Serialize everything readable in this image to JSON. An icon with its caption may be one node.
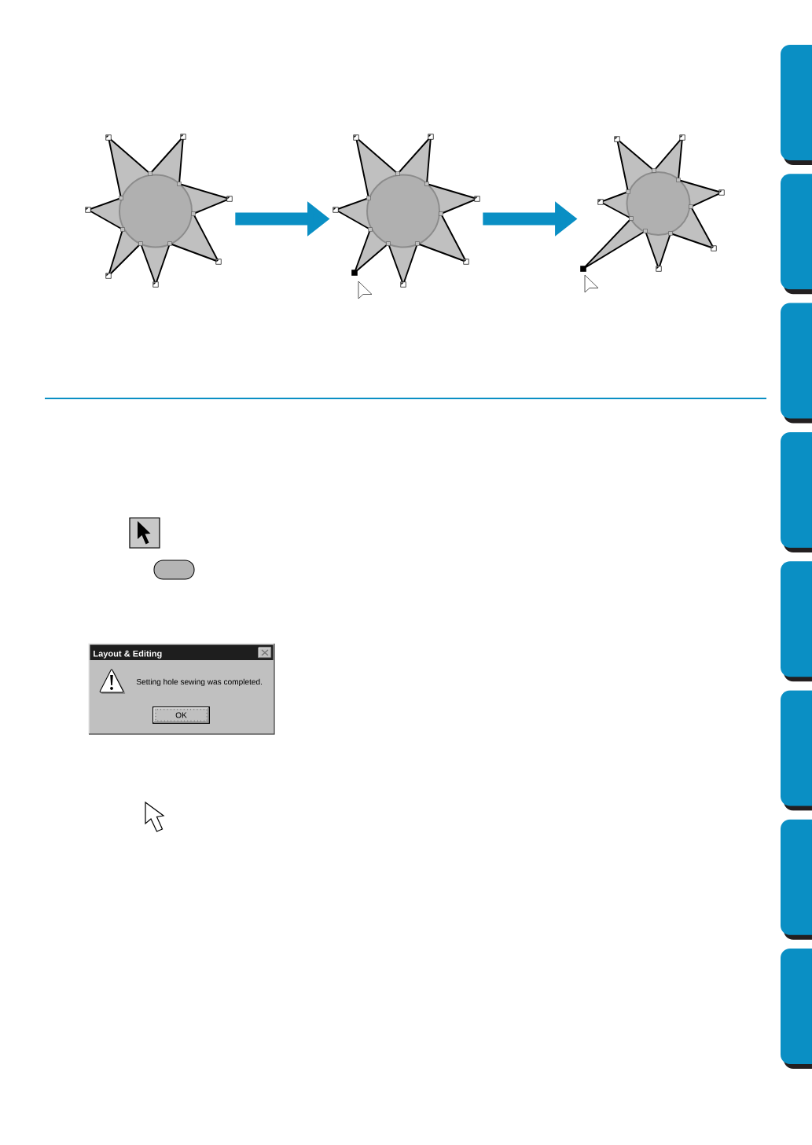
{
  "diagram": {
    "nodes": [
      {
        "text": [],
        "shape": "picture"
      },
      {
        "text": [],
        "shape": "picture"
      },
      {
        "text": [],
        "shape": "picture"
      },
      {
        "text": [
          "Layout & Editing",
          "Setting hole sewing was completed."
        ]
      },
      {
        "text": [
          "OK"
        ],
        "in": 3
      }
    ],
    "edges": [
      {
        "from": 0,
        "to": 1,
        "arrow": "to"
      },
      {
        "from": 1,
        "to": 2,
        "arrow": "to"
      }
    ]
  }
}
